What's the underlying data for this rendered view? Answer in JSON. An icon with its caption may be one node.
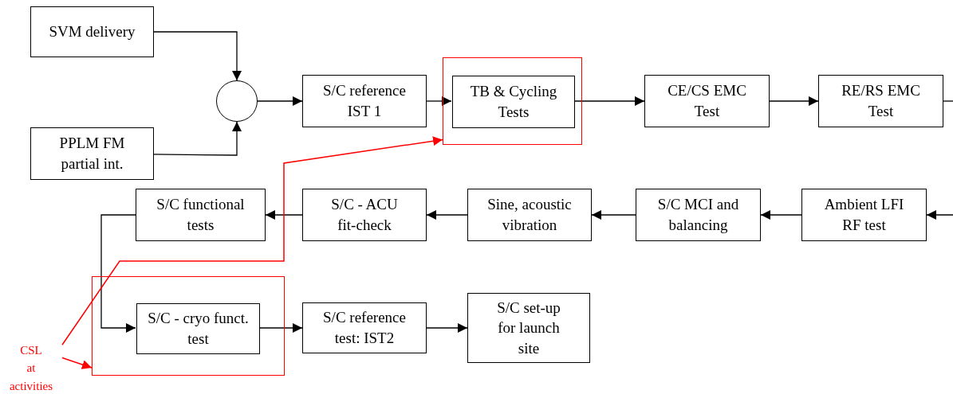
{
  "diagram": {
    "nodes": [
      {
        "text": [
          "SVM delivery"
        ]
      },
      {
        "text": [
          "PPLM FM partial int."
        ]
      },
      {
        "text": [],
        "shape": "circle"
      },
      {
        "text": [
          "S/C reference IST 1"
        ]
      },
      {
        "text": [],
        "shape": "box"
      },
      {
        "text": [
          "TB & Cycling Tests"
        ],
        "in": 4
      },
      {
        "text": [
          "CE/CS EMC Test"
        ]
      },
      {
        "text": [
          "RE/RS EMC Test"
        ]
      },
      {
        "text": [
          "S/C functional tests"
        ]
      },
      {
        "text": [
          "S/C - ACU fit-check"
        ]
      },
      {
        "text": [
          "Sine, acoustic vibration"
        ]
      },
      {
        "text": [
          "S/C MCI and balancing"
        ]
      },
      {
        "text": [
          "Ambient LFI RF test"
        ]
      },
      {
        "text": [],
        "shape": "box"
      },
      {
        "text": [
          "S/C - cryo funct. test"
        ],
        "in": 13
      },
      {
        "text": [
          "S/C reference test: IST2"
        ]
      },
      {
        "text": [
          "S/C set-up for launch site"
        ]
      },
      {
        "text": [
          "CSL at activities"
        ]
      }
    ],
    "edges": [
      {
        "from": 0,
        "to": 2,
        "arrow": "to"
      },
      {
        "from": 1,
        "to": 2,
        "arrow": "to"
      },
      {
        "from": 2,
        "to": 3,
        "arrow": "to"
      },
      {
        "from": 3,
        "to": 5,
        "arrow": "to"
      },
      {
        "from": 5,
        "to": 6,
        "arrow": "to"
      },
      {
        "from": 6,
        "to": 7,
        "arrow": "to"
      },
      {
        "from": 7,
        "to": null,
        "arrow": "none"
      },
      {
        "from": null,
        "to": 12,
        "arrow": "to"
      },
      {
        "from": 12,
        "to": 11,
        "arrow": "to"
      },
      {
        "from": 11,
        "to": 10,
        "arrow": "to"
      },
      {
        "from": 10,
        "to": 9,
        "arrow": "to"
      },
      {
        "from": 9,
        "to": 8,
        "arrow": "to"
      },
      {
        "from": 8,
        "to": 14,
        "arrow": "to"
      },
      {
        "from": 14,
        "to": 15,
        "arrow": "to"
      },
      {
        "from": 15,
        "to": 16,
        "arrow": "to"
      },
      {
        "from": 17,
        "to": 4,
        "arrow": "to",
        "color": "#ff0000"
      },
      {
        "from": 17,
        "to": 13,
        "arrow": "to",
        "color": "#ff0000"
      }
    ]
  }
}
